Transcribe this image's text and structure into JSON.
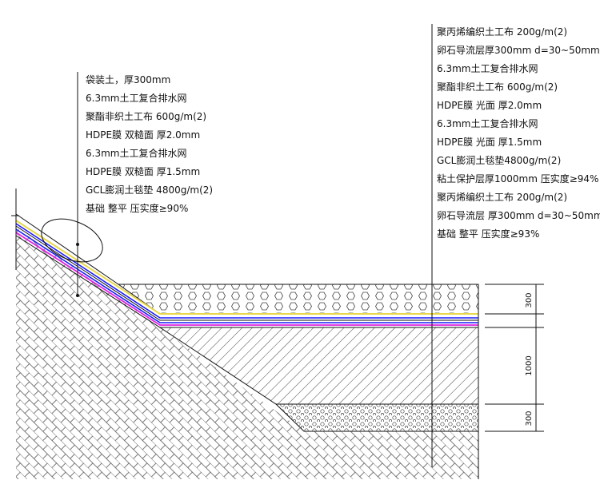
{
  "left_callout": {
    "layers": [
      "袋装土，厚300mm",
      "6.3mm土工复合排水网",
      "聚酯非织土工布 600g/m(2)",
      "HDPE膜 双糙面 厚2.0mm",
      "6.3mm土工复合排水网",
      "HDPE膜 双糙面 厚1.5mm",
      "GCL膨润土毯垫 4800g/m(2)",
      "基础 整平 压实度≥90%"
    ]
  },
  "right_callout": {
    "layers": [
      "聚丙烯编织土工布 200g/m(2)",
      "卵石导流层厚300mm d=30~50mm",
      "6.3mm土工复合排水网",
      "聚酯非织土工布 600g/m(2)",
      "HDPE膜 光面 厚2.0mm",
      "6.3mm土工复合排水网",
      "HDPE膜 光面 厚1.5mm",
      "GCL膨润土毯垫4800g/m(2)",
      "粘土保护层厚1000mm 压实度≥94%",
      "聚丙烯编织土工布 200g/m(2)",
      "卵石导流层 厚300mm d=30~50mm",
      "基础 整平 压实度≥93%"
    ]
  },
  "dimensions": [
    "300",
    "1000",
    "300"
  ],
  "colors": {
    "line": "#111111",
    "geotextile_yellow": "#e8d84a",
    "drain_net_blue": "#1a1aff",
    "hdpe_magenta": "#e020e0"
  }
}
